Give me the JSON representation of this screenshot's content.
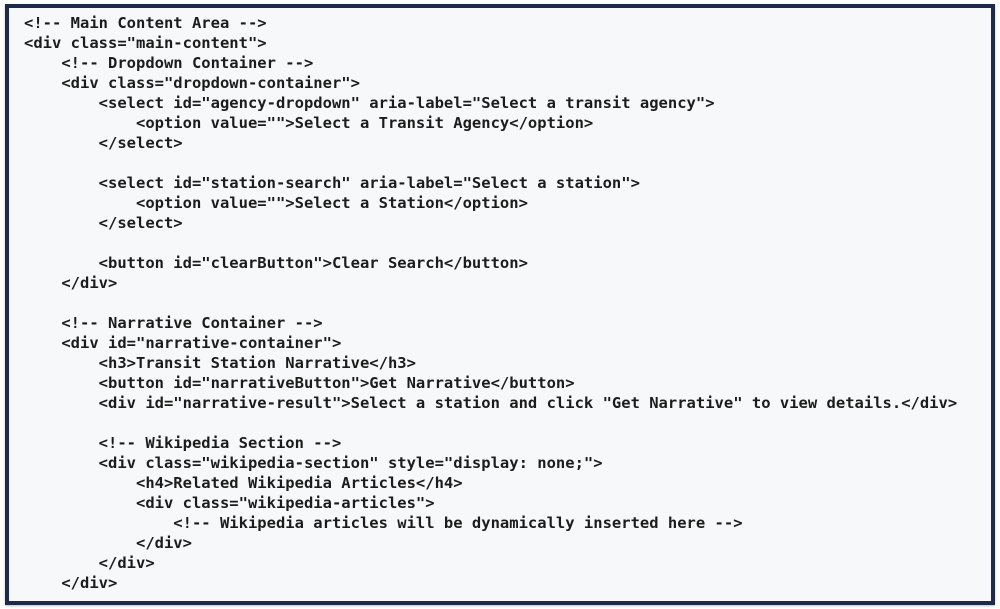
{
  "panel": {
    "background": "#f7f8f9",
    "border_color": "#1d2a4a",
    "text_color": "#1c1c1c",
    "outer_background": "#ffffff"
  },
  "code": {
    "language": "html",
    "lines": [
      "<!-- Main Content Area -->",
      "<div class=\"main-content\">",
      "    <!-- Dropdown Container -->",
      "    <div class=\"dropdown-container\">",
      "        <select id=\"agency-dropdown\" aria-label=\"Select a transit agency\">",
      "            <option value=\"\">Select a Transit Agency</option>",
      "        </select>",
      "",
      "        <select id=\"station-search\" aria-label=\"Select a station\">",
      "            <option value=\"\">Select a Station</option>",
      "        </select>",
      "",
      "        <button id=\"clearButton\">Clear Search</button>",
      "    </div>",
      "",
      "    <!-- Narrative Container -->",
      "    <div id=\"narrative-container\">",
      "        <h3>Transit Station Narrative</h3>",
      "        <button id=\"narrativeButton\">Get Narrative</button>",
      "        <div id=\"narrative-result\">Select a station and click \"Get Narrative\" to view details.</div>",
      "",
      "        <!-- Wikipedia Section -->",
      "        <div class=\"wikipedia-section\" style=\"display: none;\">",
      "            <h4>Related Wikipedia Articles</h4>",
      "            <div class=\"wikipedia-articles\">",
      "                <!-- Wikipedia articles will be dynamically inserted here -->",
      "            </div>",
      "        </div>",
      "    </div>"
    ]
  }
}
